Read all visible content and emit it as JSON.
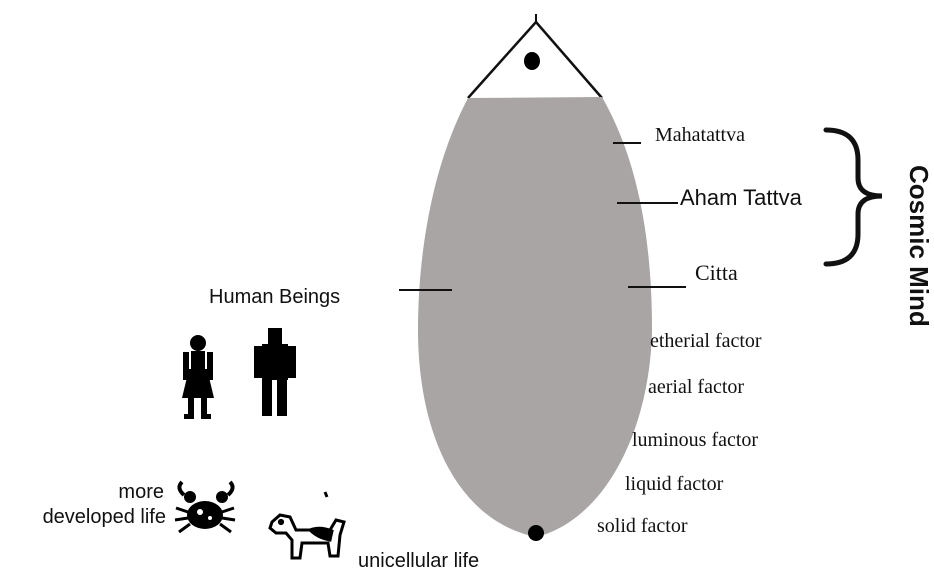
{
  "diagram": {
    "stages_right": [
      "Mahatattva",
      "Aham Tattva",
      "Citta",
      "etherial factor",
      "aerial factor",
      "luminous factor",
      "liquid factor",
      "solid factor"
    ],
    "group_label": "Cosmic Mind",
    "left_labels": {
      "human": "Human Beings",
      "developed_line1": "more",
      "developed_line2": "developed life",
      "unicellular": "unicellular life"
    },
    "icons": [
      "woman-figure-icon",
      "man-figure-icon",
      "crab-icon",
      "dog-icon"
    ],
    "colors": {
      "ellipse_fill": "#a8a5a4",
      "ink": "#111111"
    }
  }
}
